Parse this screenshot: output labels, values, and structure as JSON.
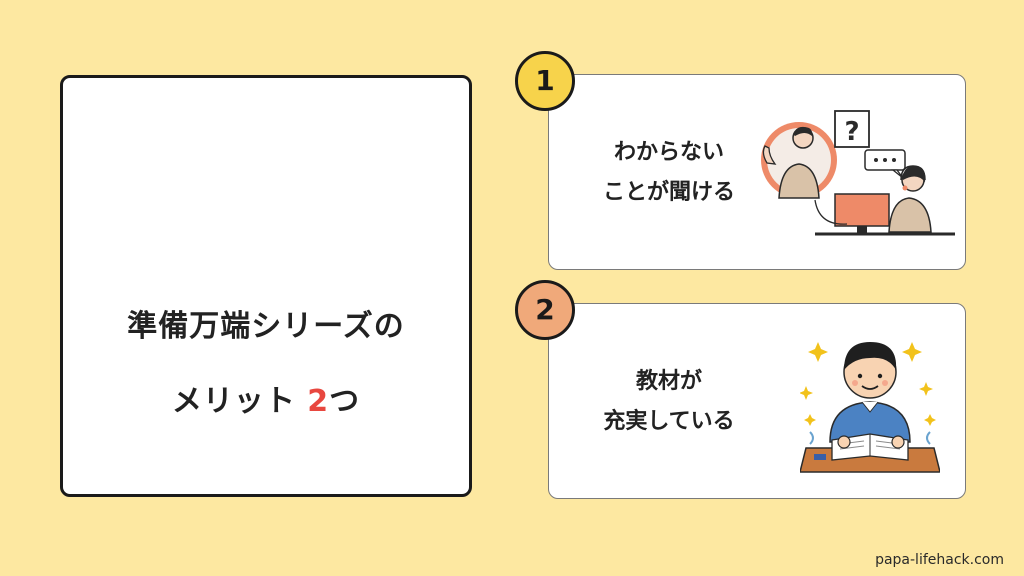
{
  "main": {
    "title_line1": "準備万端シリーズの",
    "title_line2_prefix": "メリット ",
    "title_line2_number": "2",
    "title_line2_suffix": "つ",
    "accent_color": "#e8473f"
  },
  "merits": [
    {
      "number": "1",
      "text_line1": "わからない",
      "text_line2": "ことが聞ける",
      "badge_color": "#f7d34b",
      "illustration": "support-chat-illustration"
    },
    {
      "number": "2",
      "text_line1": "教材が",
      "text_line2": "充実している",
      "badge_color": "#f0a97a",
      "illustration": "studying-boy-illustration"
    }
  ],
  "illustration_text": {
    "question_mark": "?"
  },
  "footer": {
    "site": "papa-lifehack.com"
  },
  "colors": {
    "background": "#fde8a1",
    "card": "#ffffff"
  }
}
